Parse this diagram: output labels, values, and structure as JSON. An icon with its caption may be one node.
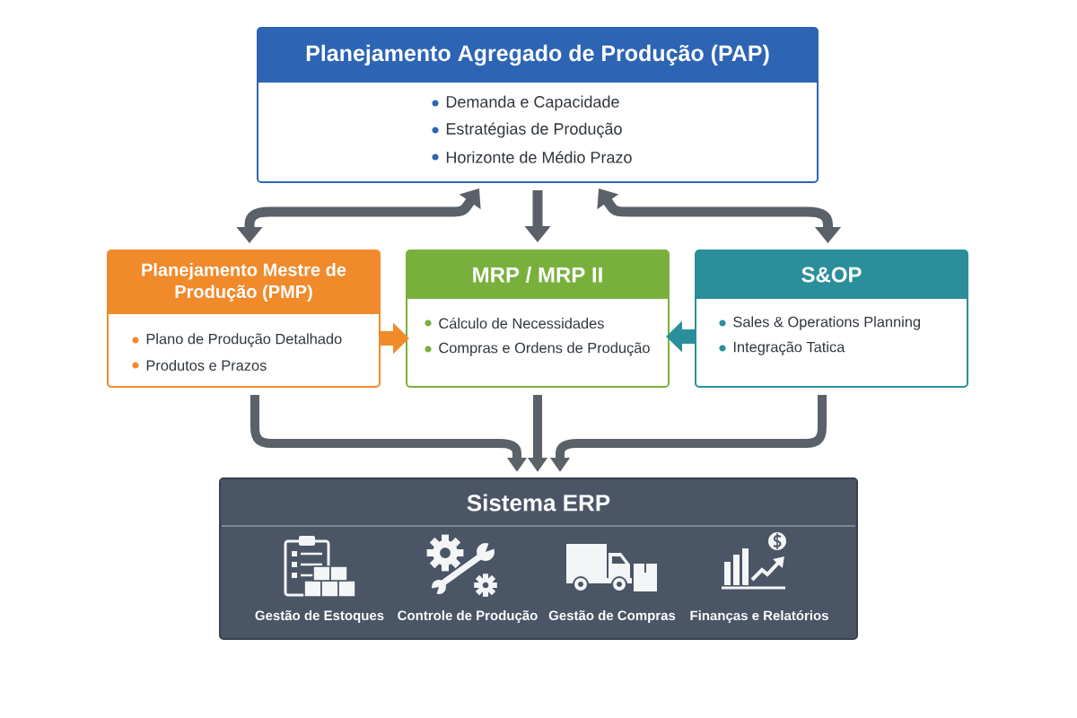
{
  "diagram": {
    "nodes": [
      {
        "text": [
          "Planejamento Agregado de Produção (PAP)",
          "Demanda e Capacidade",
          "Estratégias de Produção",
          "Horizonte de Médio Prazo"
        ]
      },
      {
        "text": [
          "Planejamento Mestre de Produção (PMP)",
          "Plano de Produção Detalhado",
          "Produtos e Prazos"
        ]
      },
      {
        "text": [
          "MRP / MRP II",
          "Cálculo de Necessidades",
          "Compras e Ordens de Produção"
        ]
      },
      {
        "text": [
          "S&OP",
          "Sales & Operations Planning",
          "Integração Tatica"
        ]
      },
      {
        "text": [
          "Sistema ERP",
          "Gestão de Estoques",
          "Controle de Produção",
          "Gestão de Compras",
          "Finanças e Relatórios"
        ]
      }
    ],
    "edges": [
      {
        "from": 0,
        "to": 1,
        "arrow": "both"
      },
      {
        "from": 0,
        "to": 2,
        "arrow": "to"
      },
      {
        "from": 0,
        "to": 3,
        "arrow": "both"
      },
      {
        "from": 1,
        "to": 2,
        "arrow": "to",
        "color": "#f08a2b"
      },
      {
        "from": 3,
        "to": 2,
        "arrow": "to",
        "color": "#2a8f9a"
      },
      {
        "from": 1,
        "to": 4,
        "arrow": "to"
      },
      {
        "from": 2,
        "to": 4,
        "arrow": "to"
      },
      {
        "from": 3,
        "to": 4,
        "arrow": "to"
      }
    ]
  }
}
